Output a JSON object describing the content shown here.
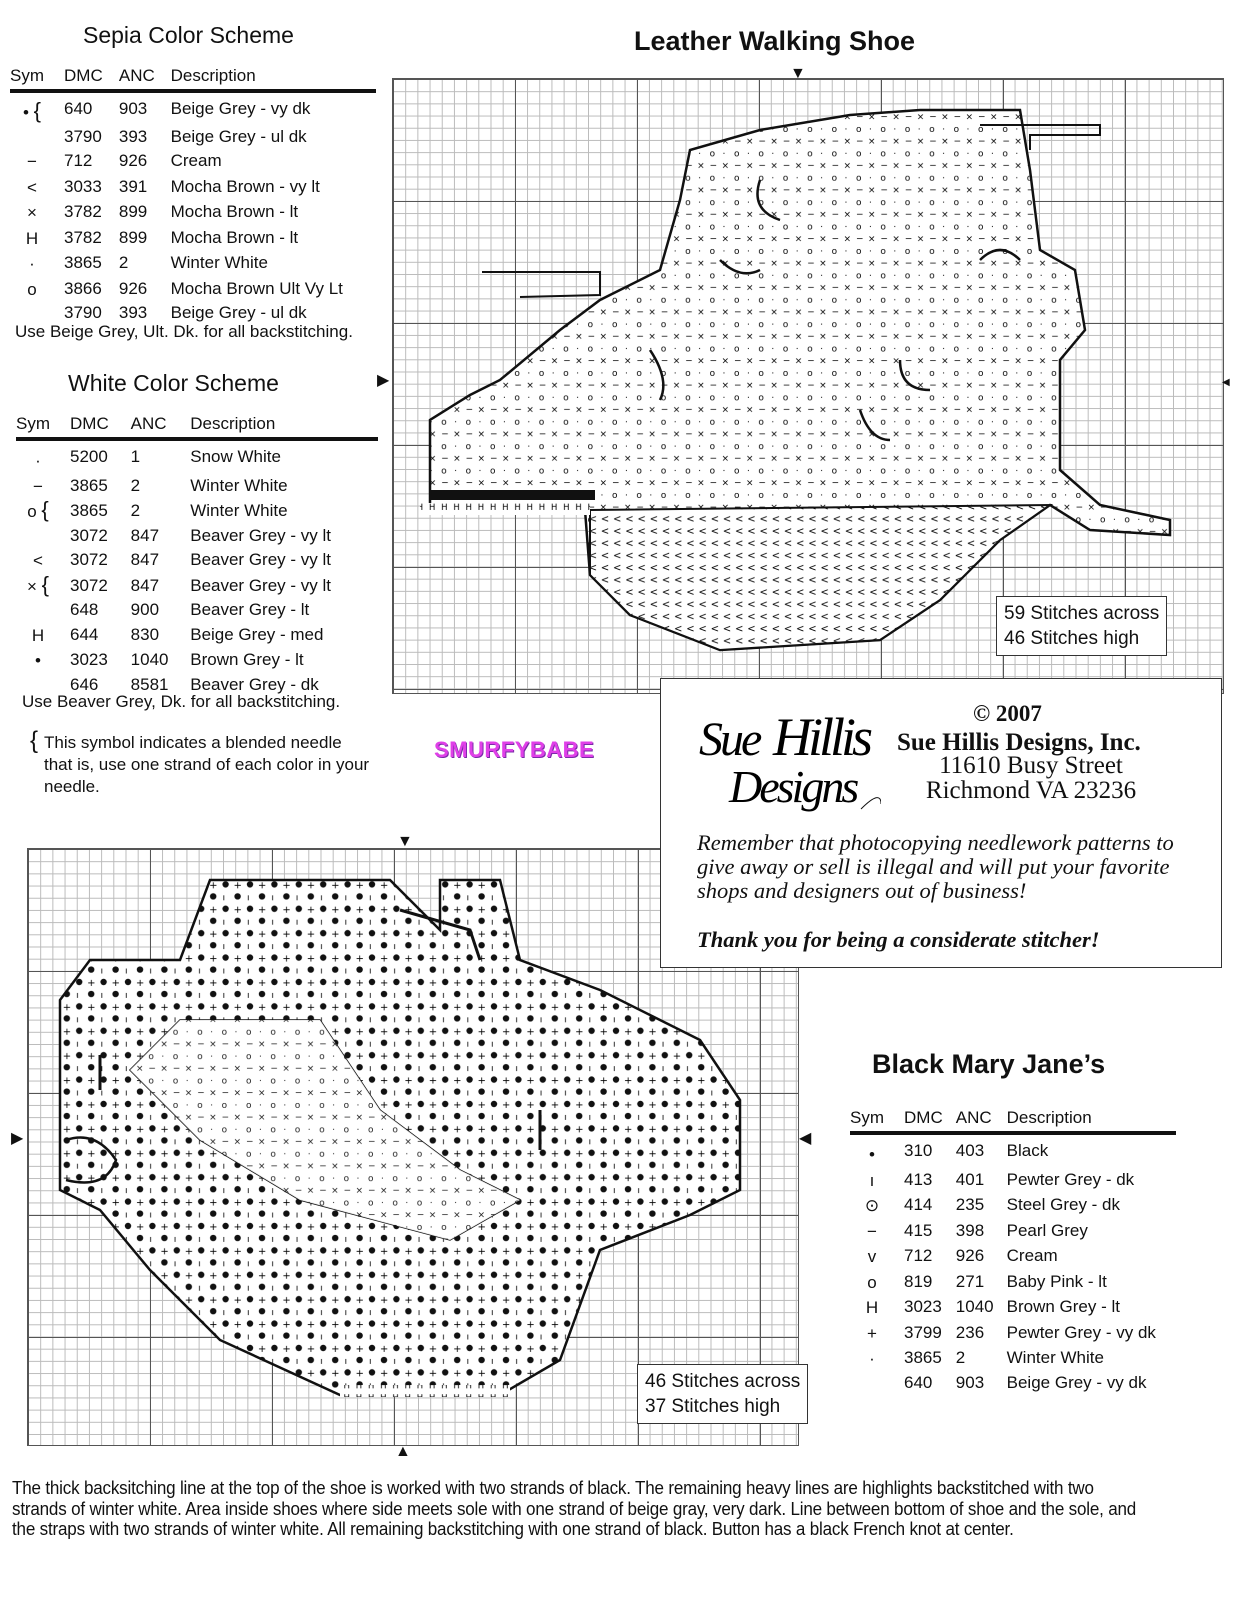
{
  "sepia": {
    "title": "Sepia Color Scheme",
    "headers": [
      "Sym",
      "DMC",
      "ANC",
      "Description"
    ],
    "rows": [
      {
        "sym": "•",
        "brace": "{",
        "dmc": "640",
        "anc": "903",
        "desc": "Beige Grey - vy dk"
      },
      {
        "sym": "",
        "brace": "",
        "dmc": "3790",
        "anc": "393",
        "desc": "Beige Grey - ul dk"
      },
      {
        "sym": "−",
        "brace": "",
        "dmc": "712",
        "anc": "926",
        "desc": "Cream"
      },
      {
        "sym": "<",
        "brace": "",
        "dmc": "3033",
        "anc": "391",
        "desc": "Mocha Brown - vy lt"
      },
      {
        "sym": "×",
        "brace": "",
        "dmc": "3782",
        "anc": "899",
        "desc": "Mocha Brown - lt"
      },
      {
        "sym": "H",
        "brace": "",
        "dmc": "3782",
        "anc": "899",
        "desc": "Mocha Brown - lt"
      },
      {
        "sym": "·",
        "brace": "",
        "dmc": "3865",
        "anc": "2",
        "desc": "Winter White"
      },
      {
        "sym": "o",
        "brace": "",
        "dmc": "3866",
        "anc": "926",
        "desc": "Mocha Brown Ult Vy Lt"
      },
      {
        "sym": "",
        "brace": "",
        "dmc": "3790",
        "anc": "393",
        "desc": "Beige Grey - ul dk"
      }
    ],
    "note": "Use Beige Grey, Ult. Dk. for all backstitching."
  },
  "white": {
    "title": "White Color Scheme",
    "headers": [
      "Sym",
      "DMC",
      "ANC",
      "Description"
    ],
    "rows": [
      {
        "sym": "·",
        "brace": "",
        "dmc": "5200",
        "anc": "1",
        "desc": "Snow White"
      },
      {
        "sym": "−",
        "brace": "",
        "dmc": "3865",
        "anc": "2",
        "desc": "Winter White"
      },
      {
        "sym": "o",
        "brace": "{",
        "dmc": "3865",
        "anc": "2",
        "desc": "Winter White"
      },
      {
        "sym": "",
        "brace": "",
        "dmc": "3072",
        "anc": "847",
        "desc": "Beaver Grey - vy lt"
      },
      {
        "sym": "<",
        "brace": "",
        "dmc": "3072",
        "anc": "847",
        "desc": "Beaver Grey - vy lt"
      },
      {
        "sym": "×",
        "brace": "{",
        "dmc": "3072",
        "anc": "847",
        "desc": "Beaver Grey - vy lt"
      },
      {
        "sym": "",
        "brace": "",
        "dmc": "648",
        "anc": "900",
        "desc": "Beaver Grey - lt"
      },
      {
        "sym": "H",
        "brace": "",
        "dmc": "644",
        "anc": "830",
        "desc": "Beige Grey - med"
      },
      {
        "sym": "•",
        "brace": "",
        "dmc": "3023",
        "anc": "1040",
        "desc": "Brown Grey - lt"
      },
      {
        "sym": "",
        "brace": "",
        "dmc": "646",
        "anc": "8581",
        "desc": "Beaver Grey - dk"
      }
    ],
    "note": "Use Beaver Grey, Dk. for all backstitching."
  },
  "blend_note": {
    "brace": "{",
    "text": "This symbol indicates a blended needle that is, use one strand of each color in your needle."
  },
  "watermark": "SMURFYBABE",
  "leather": {
    "title": "Leather Walking Shoe",
    "stitches_across": "59 Stitches across",
    "stitches_high": "46 Stitches high"
  },
  "maryjane": {
    "title": "Black Mary Jane’s",
    "headers": [
      "Sym",
      "DMC",
      "ANC",
      "Description"
    ],
    "rows": [
      {
        "sym": "•",
        "brace": "",
        "dmc": "310",
        "anc": "403",
        "desc": "Black"
      },
      {
        "sym": "ı",
        "brace": "",
        "dmc": "413",
        "anc": "401",
        "desc": "Pewter Grey - dk"
      },
      {
        "sym": "⊙",
        "brace": "",
        "dmc": "414",
        "anc": "235",
        "desc": "Steel Grey - dk"
      },
      {
        "sym": "−",
        "brace": "",
        "dmc": "415",
        "anc": "398",
        "desc": "Pearl Grey"
      },
      {
        "sym": "v",
        "brace": "",
        "dmc": "712",
        "anc": "926",
        "desc": "Cream"
      },
      {
        "sym": "o",
        "brace": "",
        "dmc": "819",
        "anc": "271",
        "desc": "Baby Pink - lt"
      },
      {
        "sym": "H",
        "brace": "",
        "dmc": "3023",
        "anc": "1040",
        "desc": "Brown Grey - lt"
      },
      {
        "sym": "+",
        "brace": "",
        "dmc": "3799",
        "anc": "236",
        "desc": "Pewter Grey - vy dk"
      },
      {
        "sym": "·",
        "brace": "",
        "dmc": "3865",
        "anc": "2",
        "desc": "Winter White"
      },
      {
        "sym": "",
        "brace": "",
        "dmc": "640",
        "anc": "903",
        "desc": "Beige Grey - vy dk"
      }
    ],
    "stitches_across": "46 Stitches across",
    "stitches_high": "37 Stitches high"
  },
  "designer": {
    "logo_text": "Sue Hillis Designs",
    "copyright": "© 2007",
    "company": "Sue Hillis Designs, Inc.",
    "street": "11610 Busy Street",
    "city": "Richmond VA 23236",
    "reminder": "Remember that photocopying needlework patterns to give away or sell is illegal and will put your favorite shops and designers out of business!",
    "thanks": "Thank you for being a considerate stitcher!"
  },
  "footer": "The thick backsitching line at the top of the shoe is worked with two strands of black.  The remaining heavy lines are highlights backstitched with two strands of winter white.  Area inside shoes where side meets sole with one strand of beige gray, very dark. Line between bottom of shoe and the sole, and the straps with two strands of winter white.  All remaining backstitching with one strand of black.  Button has a black French knot at center."
}
